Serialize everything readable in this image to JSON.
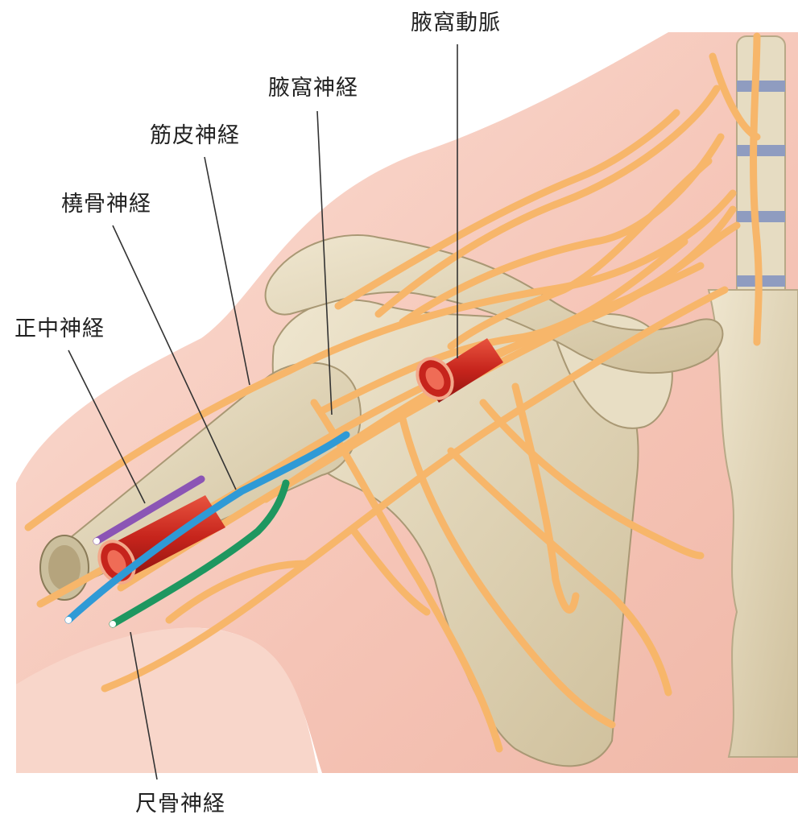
{
  "labels": {
    "axillary_artery": "腋窩動脈",
    "axillary_nerve": "腋窩神経",
    "musculocutaneous_nerve": "筋皮神経",
    "radial_nerve": "橈骨神経",
    "median_nerve": "正中神経",
    "ulnar_nerve": "尺骨神経"
  },
  "colors": {
    "skin": "#f7cdc0",
    "bone": "#ddd0b2",
    "nerve": "#f7b66a",
    "artery": "#cc2a20",
    "median": "#8b55b5",
    "radial": "#2f9ad6",
    "ulnar": "#1e9760",
    "leader": "#333333"
  }
}
